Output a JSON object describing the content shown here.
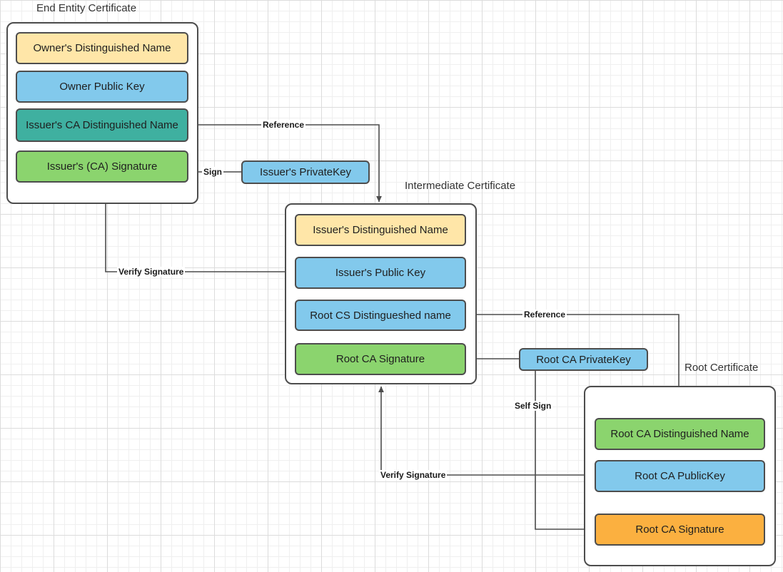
{
  "diagram": {
    "title_labels": {
      "end_entity": "End Entity Certificate",
      "intermediate": "Intermediate Certificate",
      "root": "Root Certificate"
    },
    "colors": {
      "yellow": "#ffe6a8",
      "blue": "#82c9ec",
      "teal": "#3fb0a0",
      "green": "#8bd46e",
      "orange": "#fbb040",
      "stroke": "#4d4d4d",
      "connector": "#4d4d4d",
      "background": "#ffffff"
    },
    "end_entity_certificate": {
      "fields": [
        {
          "label": "Owner's Distinguished Name",
          "color": "#ffe6a8"
        },
        {
          "label": "Owner Public  Key",
          "color": "#82c9ec"
        },
        {
          "label": "Issuer's CA Distinguished Name",
          "color": "#3fb0a0"
        },
        {
          "label": "Issuer's (CA) Signature",
          "color": "#8bd46e"
        }
      ]
    },
    "intermediate_certificate": {
      "fields": [
        {
          "label": "Issuer's Distinguished Name",
          "color": "#ffe6a8"
        },
        {
          "label": "Issuer's Public  Key",
          "color": "#82c9ec"
        },
        {
          "label": "Root CS Distingueshed name",
          "color": "#82c9ec"
        },
        {
          "label": "Root CA Signature",
          "color": "#8bd46e"
        }
      ]
    },
    "root_certificate": {
      "fields": [
        {
          "label": "Root CA Distinguished Name",
          "color": "#8bd46e"
        },
        {
          "label": "Root CA PublicKey",
          "color": "#82c9ec"
        },
        {
          "label": "Root CA Signature",
          "color": "#fbb040"
        }
      ]
    },
    "keys": [
      {
        "label": "Issuer's PrivateKey",
        "color": "#82c9ec"
      },
      {
        "label": "Root CA PrivateKey",
        "color": "#82c9ec"
      }
    ],
    "edge_labels": {
      "reference_top": "Reference",
      "sign": "Sign",
      "verify_signature_top": "Verify Signature",
      "reference_bottom": "Reference",
      "self_sign": "Self Sign",
      "verify_signature_bottom": "Verify Signature"
    }
  }
}
